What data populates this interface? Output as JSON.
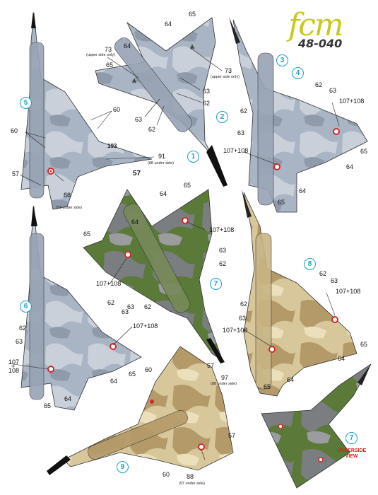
{
  "brand": {
    "logo": "fcm",
    "code": "48-040"
  },
  "colors": {
    "grey_camo_base": "#a9b4c4",
    "grey_camo_dark": "#7f8b9c",
    "grey_camo_light": "#c9d0da",
    "green": "#5b7a3a",
    "dark_grey": "#6e6e6e",
    "sand": "#d8c79a",
    "brown": "#a4865c",
    "roundel_red": "#d22a2a",
    "accent_cyan": "#1aa0c8",
    "logo_yellow": "#c8c81e",
    "underside_label": "#e0201a"
  },
  "badges": {
    "b1": "1",
    "b2": "2",
    "b3": "3",
    "b4": "4",
    "b5": "5",
    "b6": "6",
    "b7a": "7",
    "b7b": "7",
    "b8": "8",
    "b9": "9"
  },
  "callouts": {
    "c65_top": "65",
    "c64_top": "64",
    "c64_p1": "64",
    "c65_p1": "65",
    "c73_left": "73",
    "c73_right": "73",
    "c63_p1a": "63",
    "c62_p1a": "62",
    "c63_p1b": "63",
    "c62_p1b": "62",
    "c60_p5a": "60",
    "c60_p5b": "60",
    "c91": "91",
    "c57_p5": "57",
    "c88_p5": "88",
    "c62_p4": "62",
    "c63_p4": "63",
    "c62_p4b": "62",
    "c63_p4b": "63",
    "c107_p4a": "107+108",
    "c107_p4b": "107+108",
    "c65_p4": "65",
    "c64_p4": "64",
    "c65_p4b": "65",
    "c64_p4b": "64",
    "c64_p7": "64",
    "c65_p7": "65",
    "c64_p7b": "64",
    "c65_p7b": "65",
    "c107_p7a": "107+108",
    "c63_p7": "63",
    "c62_p7": "62",
    "c107_p7b": "107+108",
    "c63_p7b": "63",
    "c62_p7b": "62",
    "c62_p6": "62",
    "c63_p6": "63",
    "c62_p6b": "62",
    "c63_p6b": "63",
    "c107_p6": "107+108",
    "c107_p6b_1": "107",
    "c107_p6b_plus": "+",
    "c107_p6b_2": "108",
    "c65_p6": "65",
    "c64_p6": "64",
    "c64_p6b": "64",
    "c65_p6b": "65",
    "c62_p8": "62",
    "c63_p8": "63",
    "c107_p8a": "107+108",
    "c62_p8b": "62",
    "c63_p8b": "63",
    "c107_p8b": "107+108",
    "c65_p8": "65",
    "c64_p8": "64",
    "c65_p8b": "65",
    "c60_p9": "60",
    "c57_p9": "57",
    "c97": "97",
    "c60_p9b": "60",
    "c57_p9b": "57",
    "c88_p9": "88"
  },
  "notes": {
    "n73_left": "(upper side only)",
    "n73_right": "(upper side only)",
    "n91": "(88 under side)",
    "n88_p5": "(91 under side)",
    "n97": "(88 under side)",
    "n88_p9": "(97 under side)"
  },
  "aircraft_markings": {
    "p5_tail": "57",
    "p5_serial": "193"
  },
  "underside_label": {
    "line1": "UNDERSIDE",
    "line2": "VIEW"
  }
}
